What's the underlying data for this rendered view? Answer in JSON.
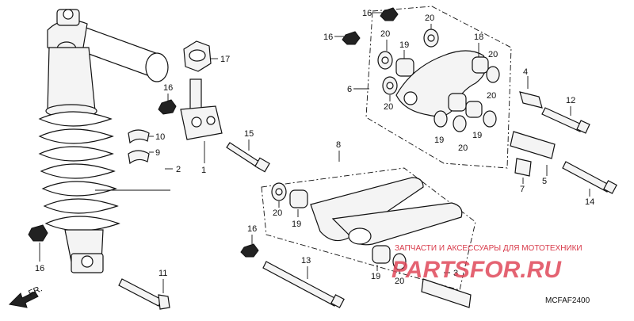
{
  "diagram": {
    "part_numbers": [
      "1",
      "2",
      "3",
      "4",
      "5",
      "6",
      "7",
      "8",
      "9",
      "10",
      "11",
      "12",
      "13",
      "14",
      "15",
      "16",
      "17",
      "18",
      "19",
      "20"
    ],
    "diagram_code": "MCFAF2400",
    "direction_label": "FR.",
    "colors": {
      "line": "#111111",
      "watermark": "#e0485a"
    }
  },
  "watermark": {
    "tagline": "ЗАПЧАСТИ И АКСЕССУАРЫ ДЛЯ МОТОТЕХНИКИ",
    "logo": "PARTSFOR.RU"
  }
}
